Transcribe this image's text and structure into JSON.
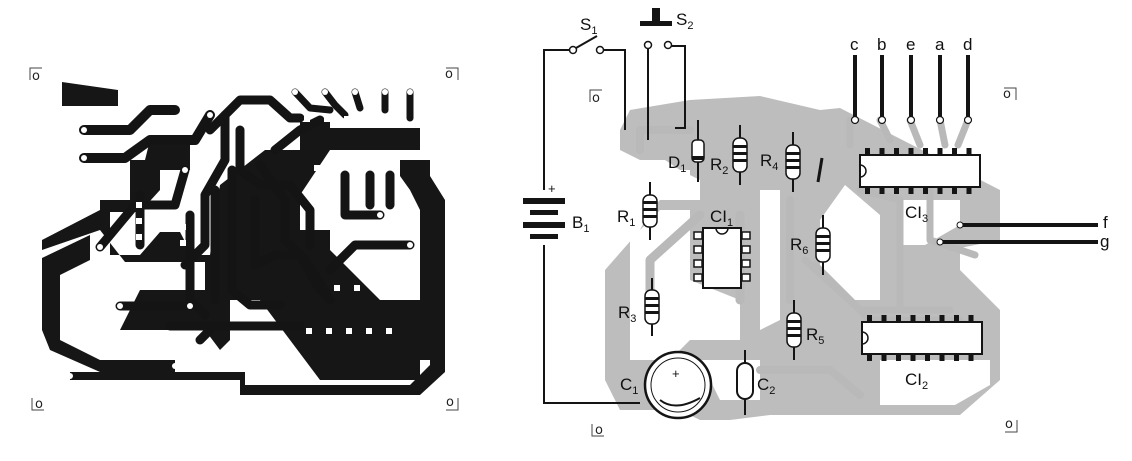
{
  "left_board": {
    "registration_marks": [
      "o",
      "o",
      "o",
      "o"
    ]
  },
  "right_board": {
    "registration_marks": [
      "o",
      "o",
      "o",
      "o"
    ],
    "switch_s1": {
      "name": "S",
      "sub": "1"
    },
    "switch_s2": {
      "name": "S",
      "sub": "2"
    },
    "battery": {
      "name": "B",
      "sub": "1",
      "polarity": "+"
    },
    "diode": {
      "name": "D",
      "sub": "1"
    },
    "resistors": [
      {
        "name": "R",
        "sub": "1"
      },
      {
        "name": "R",
        "sub": "2"
      },
      {
        "name": "R",
        "sub": "3"
      },
      {
        "name": "R",
        "sub": "4"
      },
      {
        "name": "R",
        "sub": "5"
      },
      {
        "name": "R",
        "sub": "6"
      }
    ],
    "capacitor_c1": {
      "name": "C",
      "sub": "1",
      "polarity": "+"
    },
    "capacitor_c2": {
      "name": "C",
      "sub": "2"
    },
    "ic1": {
      "name": "CI",
      "sub": "1"
    },
    "ic2": {
      "name": "CI",
      "sub": "2"
    },
    "ic3": {
      "name": "CI",
      "sub": "3"
    },
    "output_terminals_top": [
      "c",
      "b",
      "e",
      "a",
      "d"
    ],
    "output_terminals_side": [
      "f",
      "g"
    ]
  }
}
